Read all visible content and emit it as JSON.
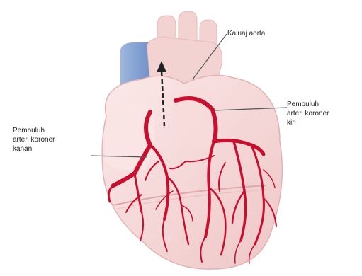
{
  "labels": {
    "aorta": "Kaluaj aorta",
    "left_coronary": "Pembuluh\narteri koroner\nkiri",
    "right_coronary": "Pembuluh\narteri koroner\nkanan"
  },
  "colors": {
    "artery": "#c8102e",
    "heart_body": "#f6dcdc",
    "heart_shade": "#eec4c4",
    "vein": "#7f9fd1",
    "leader_line": "#555555",
    "background": "#ffffff"
  }
}
